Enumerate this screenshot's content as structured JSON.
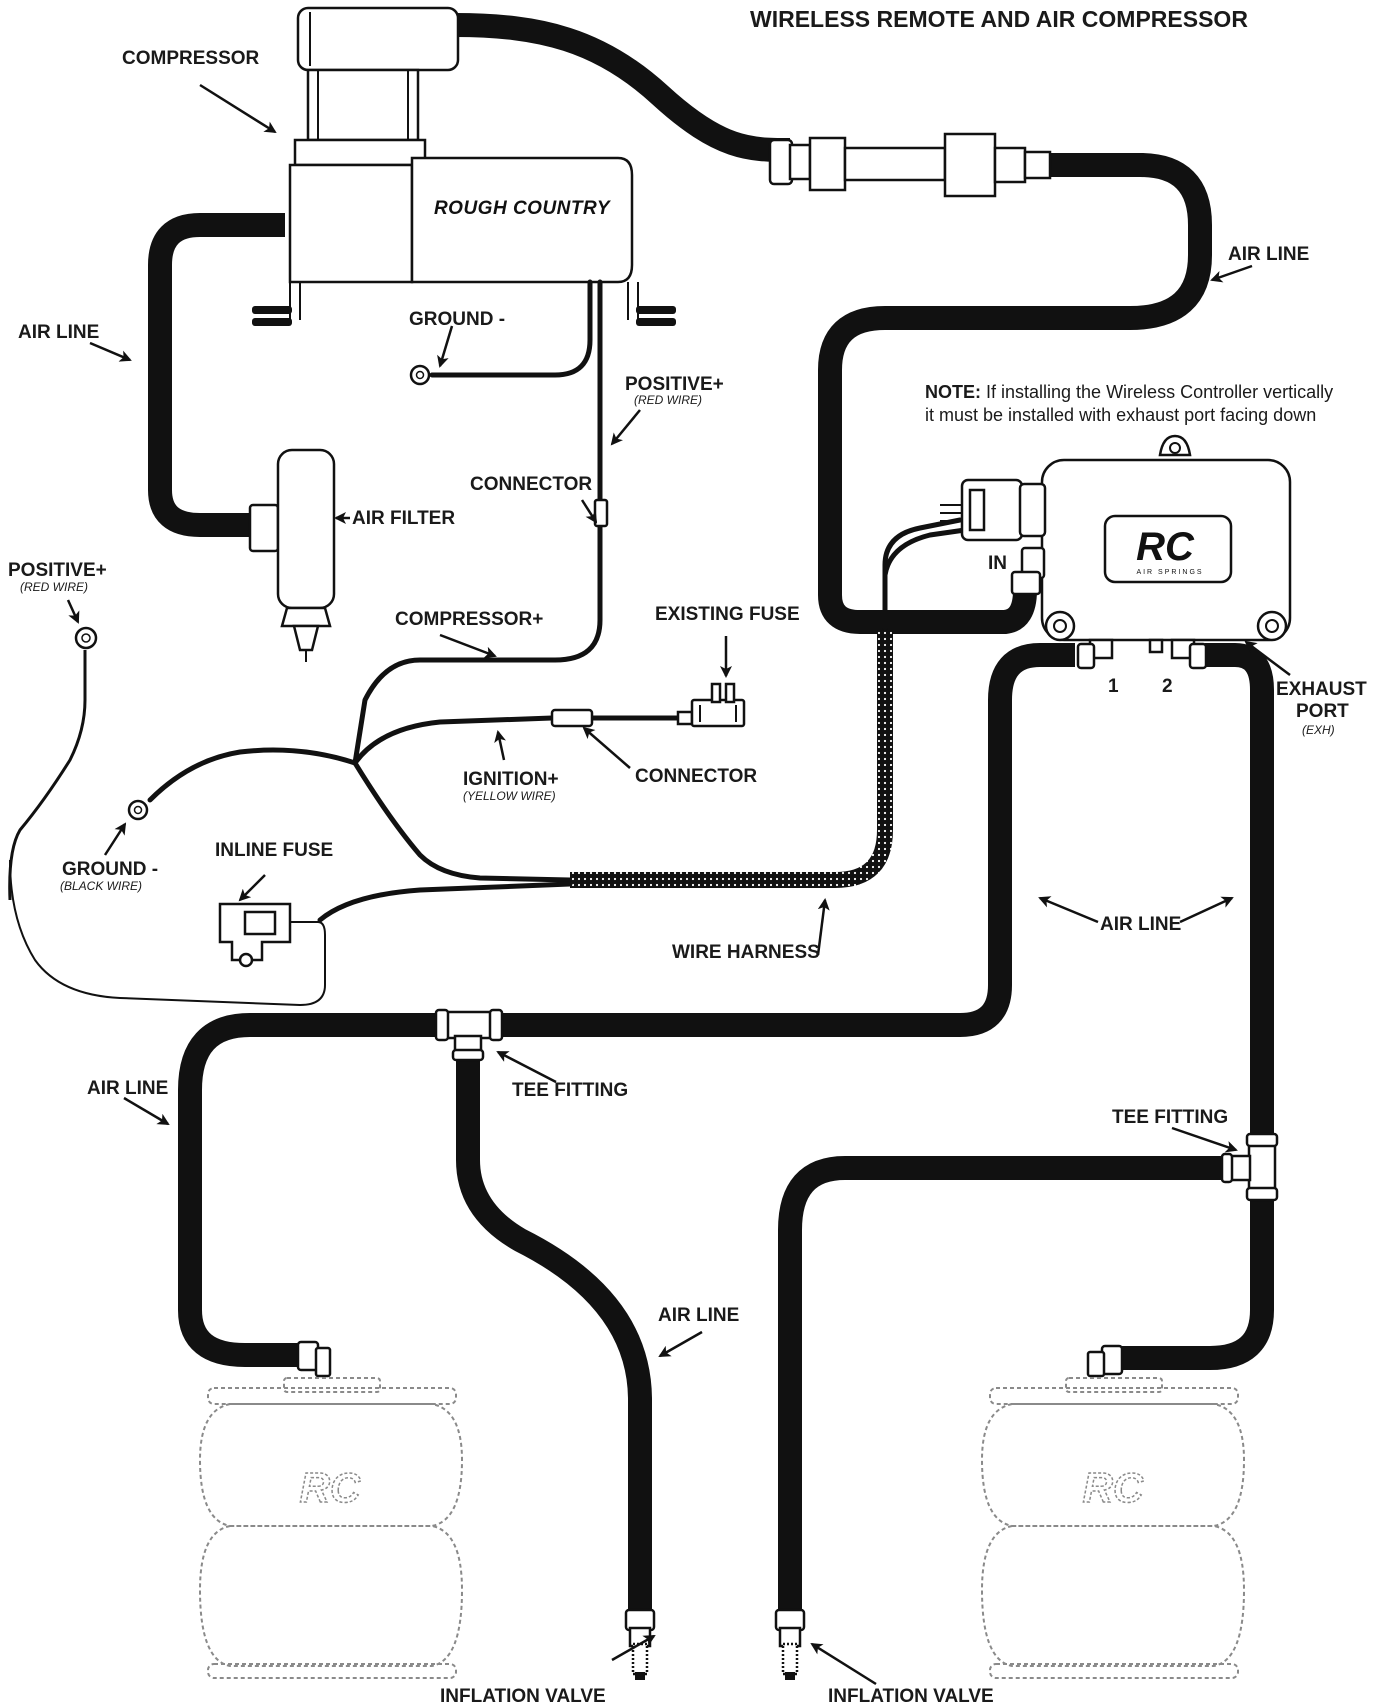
{
  "title": "WIRELESS REMOTE AND AIR COMPRESSOR",
  "note": {
    "bold": "NOTE:",
    "line1": " If installing the Wireless Controller vertically",
    "line2": "it must be installed with exhaust port facing down"
  },
  "components": {
    "compressor_brand": "ROUGH COUNTRY",
    "controller_logo": "RC",
    "controller_logo_sub": "AIR SPRINGS",
    "bag_logo": "RC"
  },
  "labels": {
    "compressor": "COMPRESSOR",
    "air_line_left_top": "AIR LINE",
    "air_line_right_top": "AIR LINE",
    "ground_top": "GROUND -",
    "positive_top": "POSITIVE+",
    "positive_top_sub": "(RED WIRE)",
    "connector_top": "CONNECTOR",
    "air_filter": "AIR FILTER",
    "positive_left": "POSITIVE+",
    "positive_left_sub": "(RED WIRE)",
    "compressor_plus": "COMPRESSOR+",
    "existing_fuse": "EXISTING FUSE",
    "in_port": "IN",
    "port_1": "1",
    "port_2": "2",
    "exhaust_port": "EXHAUST",
    "exhaust_port_2": "PORT",
    "exhaust_sub": "(EXH)",
    "ignition": "IGNITION+",
    "ignition_sub": "(YELLOW WIRE)",
    "connector_mid": "CONNECTOR",
    "ground_left": "GROUND -",
    "ground_left_sub": "(BLACK WIRE)",
    "inline_fuse": "INLINE FUSE",
    "wire_harness": "WIRE HARNESS",
    "air_line_mid": "AIR LINE",
    "air_line_left_bottom": "AIR LINE",
    "tee_fitting_left": "TEE FITTING",
    "tee_fitting_right": "TEE FITTING",
    "air_line_center_bottom": "AIR LINE",
    "inflation_valve_left": "INFLATION VALVE",
    "inflation_valve_right": "INFLATION VALVE"
  }
}
